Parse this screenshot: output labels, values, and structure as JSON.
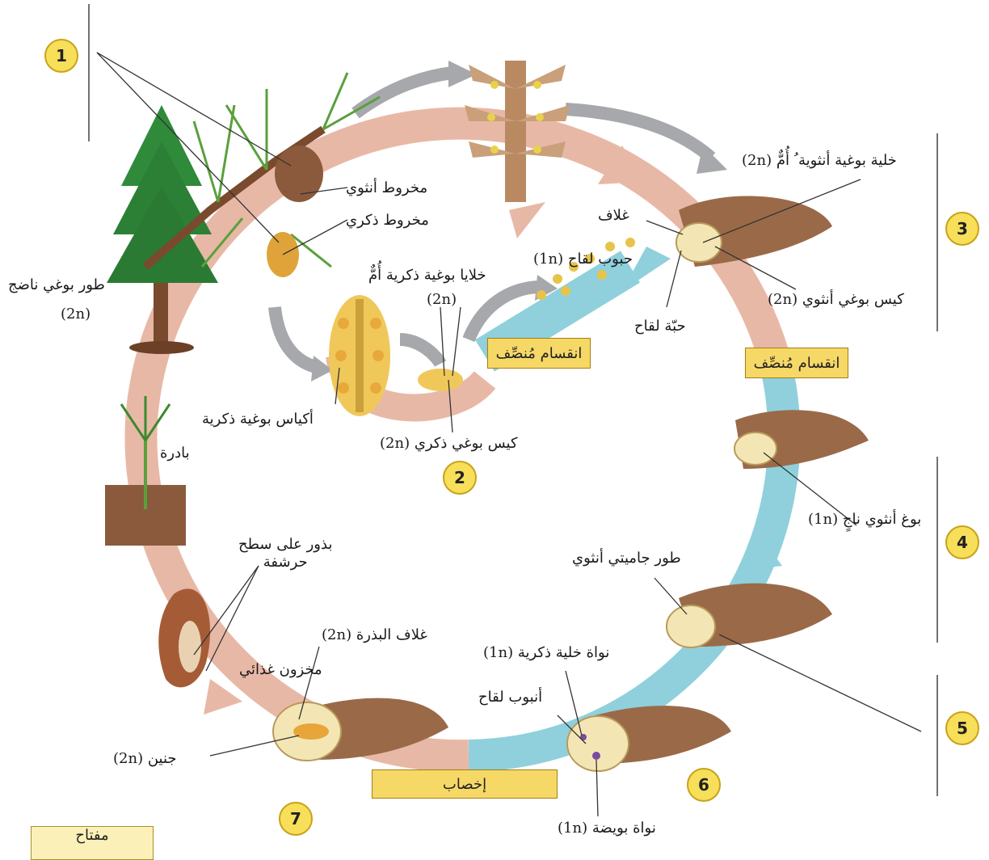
{
  "colors": {
    "diploid_arrow": "#e8b8a6",
    "haploid_arrow": "#8fd0dc",
    "badge_fill": "#f7df5a",
    "process_box": "#f6d866",
    "cone_brown": "#8b5a3c",
    "pollen_yellow": "#e8c34a"
  },
  "badges": [
    "1",
    "2",
    "3",
    "4",
    "5",
    "6",
    "7"
  ],
  "processes": {
    "meiosis_inner": "انقسام مُنصِّف",
    "meiosis_outer": "انقسام مُنصِّف",
    "fertilization": "إخصاب"
  },
  "labels": {
    "female_cone": "مخروط أنثوي",
    "male_cone": "مخروط ذكري",
    "mature_sporophyte": "طور بوغي ناضج",
    "mature_sporophyte_ploidy": "(2n)",
    "male_sporocyte": "خلايا بوغية ذكرية أُمٌّ",
    "male_sporocyte_ploidy": "(2n)",
    "pollen_grains": "حبوب لقاح (1n)",
    "male_sporangia": "أكياس بوغية ذكرية",
    "male_sporangium": "كيس بوغي ذكري (2n)",
    "female_sporocyte": "خلية بوغية أنثوية ُ أُمٌّ (2n)",
    "integument": "غلاف",
    "female_sporangium": "كيس بوغي أنثوي (2n)",
    "pollen_grain": "حبّة لقاح",
    "seedling": "بادرة",
    "surviving_megaspore": "بوغ أنثوي ناجٍ (1n)",
    "female_gametophyte": "طور جاميتي أنثوي",
    "seeds_on_scale": "بذور على سطح\nحرشفة",
    "seed_coat": "غلاف البذرة (2n)",
    "food_reserve": "مخزون غذائي",
    "sperm_nucleus": "نواة خلية ذكرية (1n)",
    "pollen_tube": "أنبوب لقاح",
    "embryo": "جنين (2n)",
    "egg_nucleus": "نواة بويضة (1n)"
  },
  "key_label": "مفتاح"
}
